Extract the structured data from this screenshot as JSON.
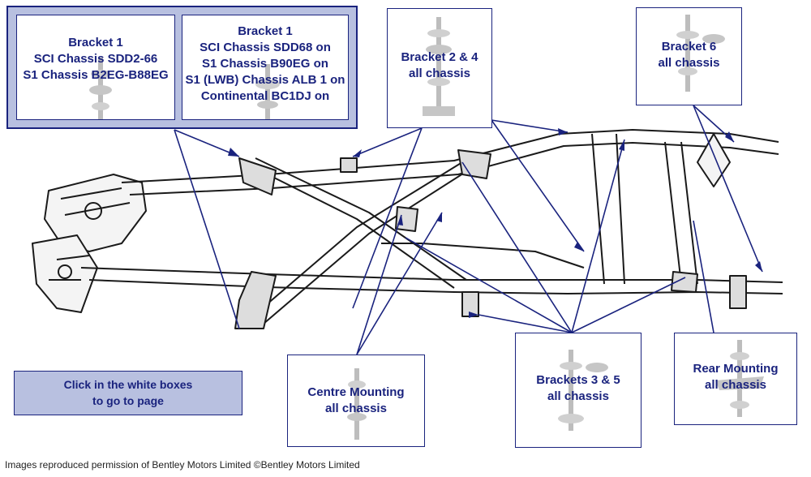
{
  "colors": {
    "accent": "#1a237e",
    "panel": "#b8c0e0",
    "frame": "#1a1a1a"
  },
  "boxes": {
    "bracket1_early": {
      "lines": [
        "Bracket 1",
        "SCI Chassis SDD2-66",
        "S1 Chassis B2EG-B88EG"
      ]
    },
    "bracket1_late": {
      "lines": [
        "Bracket 1",
        "SCI Chassis SDD68 on",
        "S1 Chassis B90EG on",
        "S1 (LWB) Chassis ALB 1 on",
        "Continental BC1DJ on"
      ]
    },
    "bracket2_4": {
      "lines": [
        "Bracket 2 & 4",
        "all chassis"
      ]
    },
    "bracket6": {
      "lines": [
        "Bracket 6",
        "all chassis"
      ]
    },
    "centre": {
      "lines": [
        "Centre Mounting",
        "all chassis"
      ]
    },
    "brackets3_5": {
      "lines": [
        "Brackets 3 & 5",
        "all chassis"
      ]
    },
    "rear": {
      "lines": [
        "Rear Mounting",
        "all chassis"
      ]
    }
  },
  "hint": {
    "lines": [
      "Click in the white boxes",
      "to go to page"
    ]
  },
  "credit": "Images reproduced permission of Bentley Motors Limited ©Bentley Motors Limited",
  "icons": [
    "mounting-bracket-icon",
    "chassis-frame-icon"
  ]
}
